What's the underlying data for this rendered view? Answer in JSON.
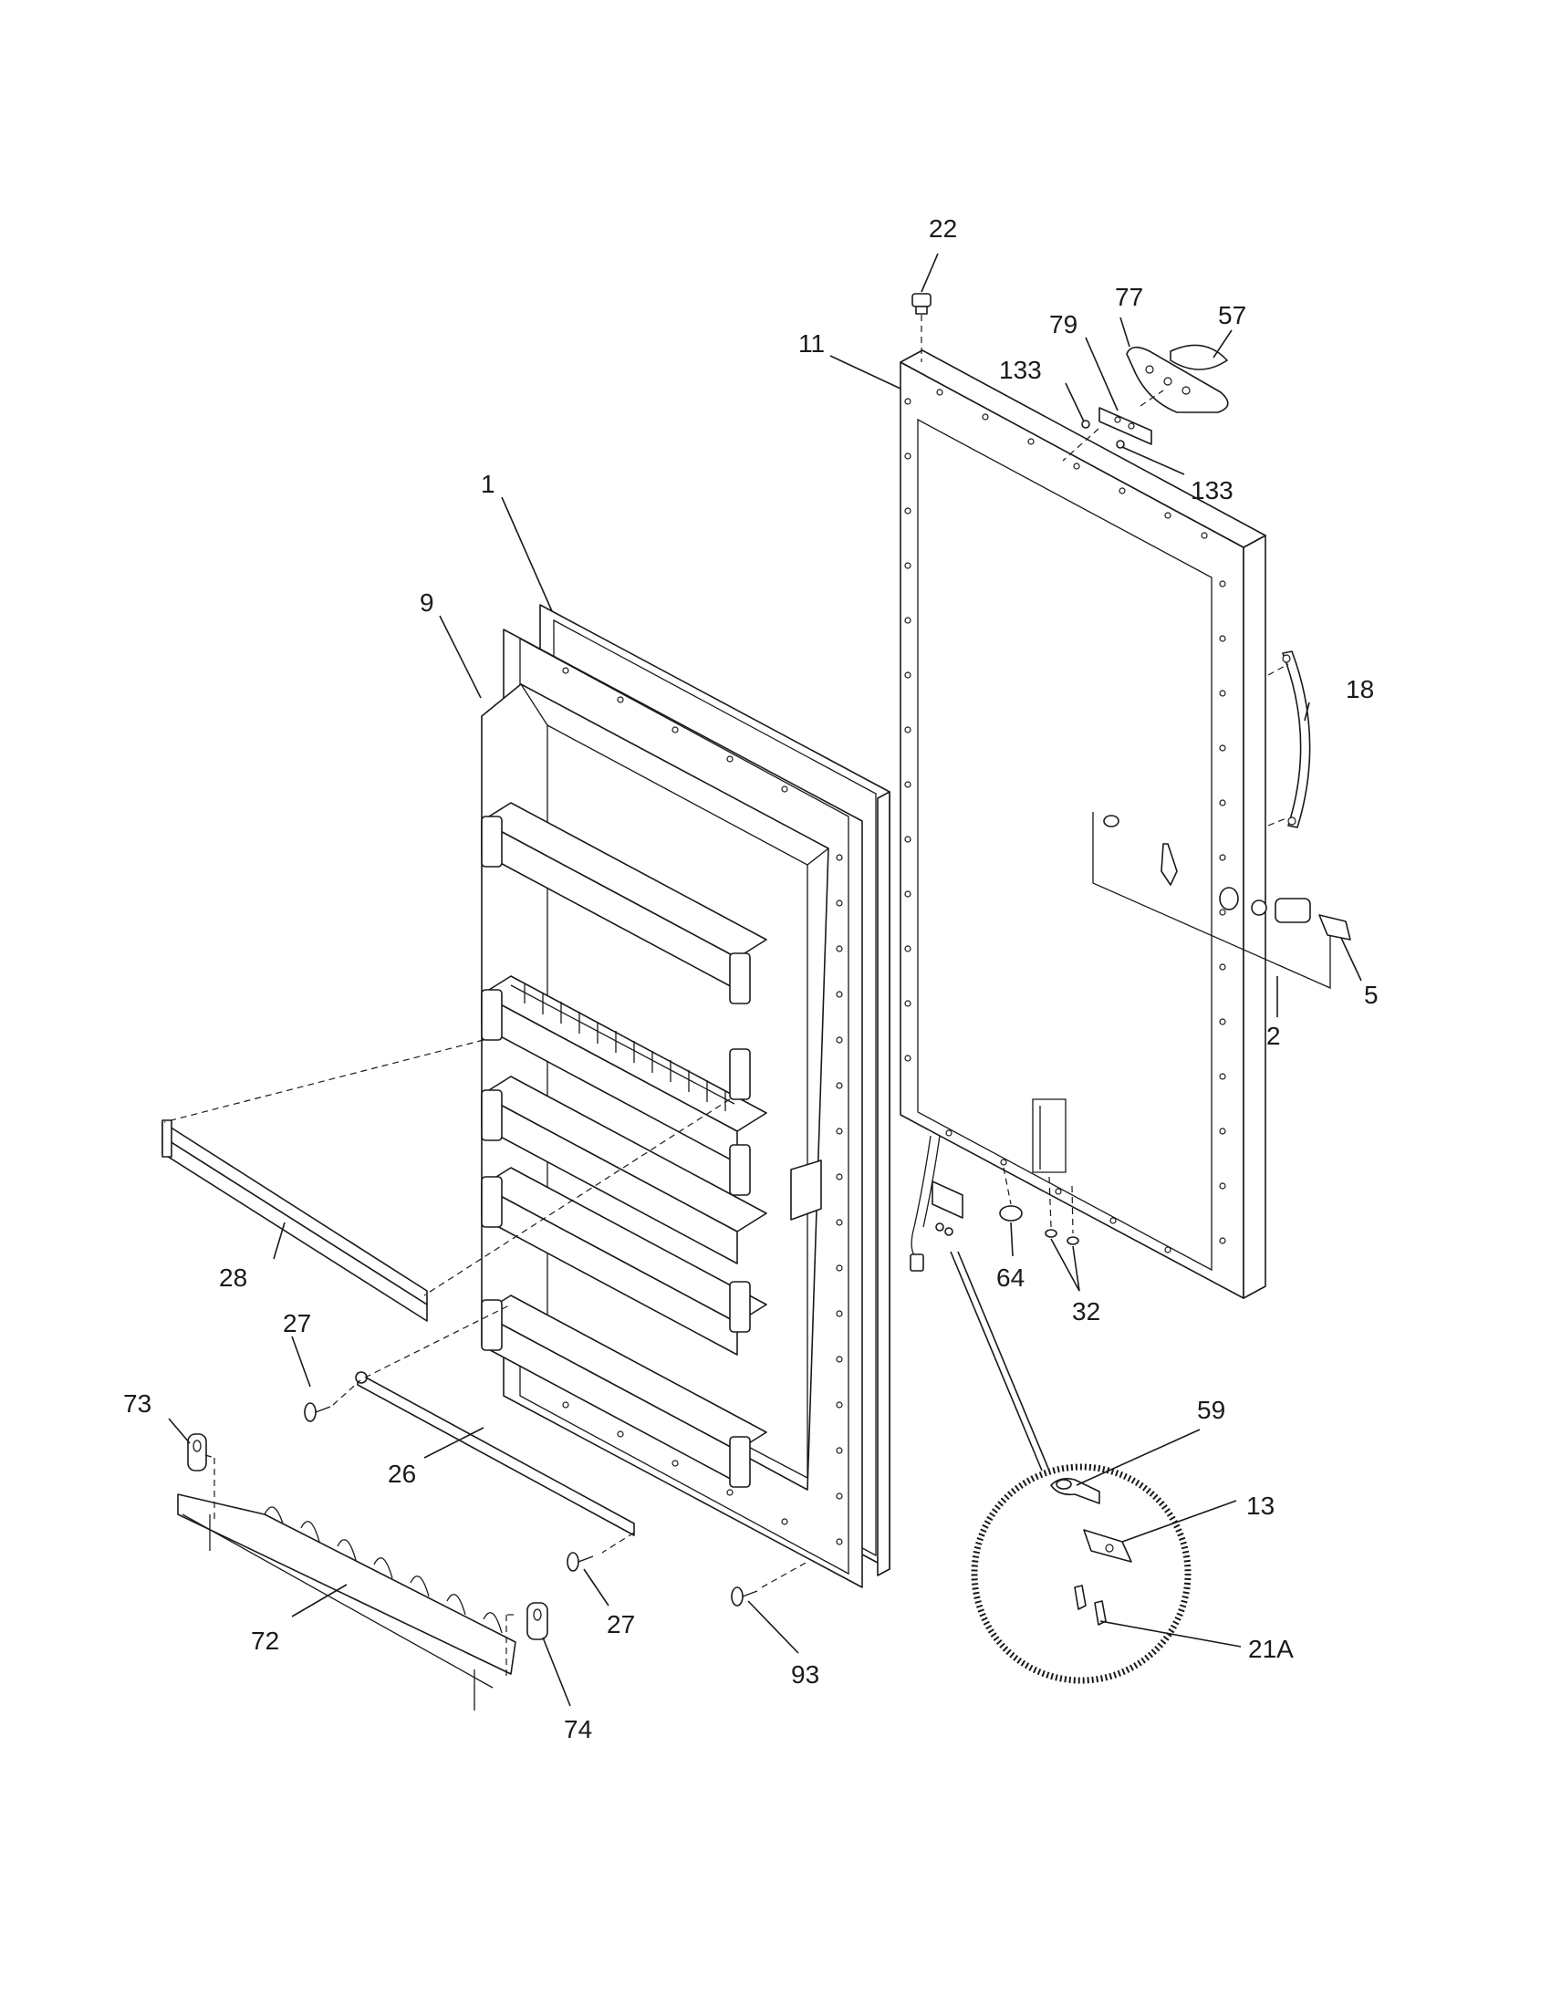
{
  "callouts": {
    "c1": "1",
    "c2": "2",
    "c5": "5",
    "c9": "9",
    "c11": "11",
    "c13": "13",
    "c18": "18",
    "c21a": "21A",
    "c22": "22",
    "c26": "26",
    "c27a": "27",
    "c27b": "27",
    "c28": "28",
    "c32": "32",
    "c57": "57",
    "c59": "59",
    "c64": "64",
    "c72": "72",
    "c73": "73",
    "c74": "74",
    "c77": "77",
    "c79": "79",
    "c93": "93",
    "c133a": "133",
    "c133b": "133"
  }
}
